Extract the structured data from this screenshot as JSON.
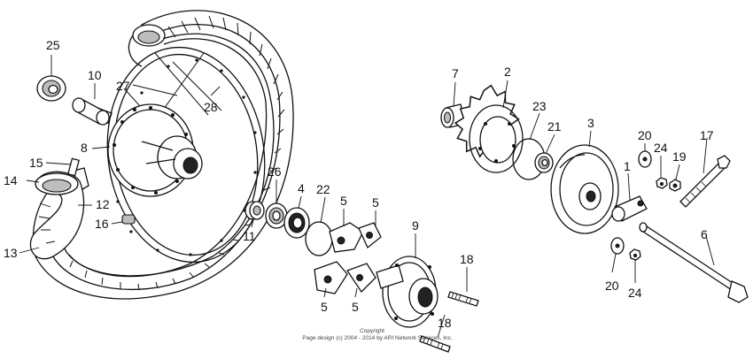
{
  "diagram": {
    "copyright_lines": [
      "Copyright",
      "Page design (c) 2004 - 2014 by ARI Network Services, Inc."
    ],
    "callouts": [
      {
        "id": "c25",
        "text": "25"
      },
      {
        "id": "c10",
        "text": "10"
      },
      {
        "id": "c27",
        "text": "27"
      },
      {
        "id": "c28",
        "text": "28"
      },
      {
        "id": "c8",
        "text": "8"
      },
      {
        "id": "c15",
        "text": "15"
      },
      {
        "id": "c14",
        "text": "14"
      },
      {
        "id": "c12",
        "text": "12"
      },
      {
        "id": "c16",
        "text": "16"
      },
      {
        "id": "c13",
        "text": "13"
      },
      {
        "id": "c26",
        "text": "26"
      },
      {
        "id": "c4",
        "text": "4"
      },
      {
        "id": "c22",
        "text": "22"
      },
      {
        "id": "c5a",
        "text": "5"
      },
      {
        "id": "c5b",
        "text": "5"
      },
      {
        "id": "c11",
        "text": "11"
      },
      {
        "id": "c5c",
        "text": "5"
      },
      {
        "id": "c5d",
        "text": "5"
      },
      {
        "id": "c9",
        "text": "9"
      },
      {
        "id": "c18a",
        "text": "18"
      },
      {
        "id": "c18b",
        "text": "18"
      },
      {
        "id": "c7",
        "text": "7"
      },
      {
        "id": "c2",
        "text": "2"
      },
      {
        "id": "c23",
        "text": "23"
      },
      {
        "id": "c21",
        "text": "21"
      },
      {
        "id": "c3",
        "text": "3"
      },
      {
        "id": "c20a",
        "text": "20"
      },
      {
        "id": "c24a",
        "text": "24"
      },
      {
        "id": "c19",
        "text": "19"
      },
      {
        "id": "c17",
        "text": "17"
      },
      {
        "id": "c1",
        "text": "1"
      },
      {
        "id": "c6",
        "text": "6"
      },
      {
        "id": "c20b",
        "text": "20"
      },
      {
        "id": "c24b",
        "text": "24"
      }
    ]
  }
}
